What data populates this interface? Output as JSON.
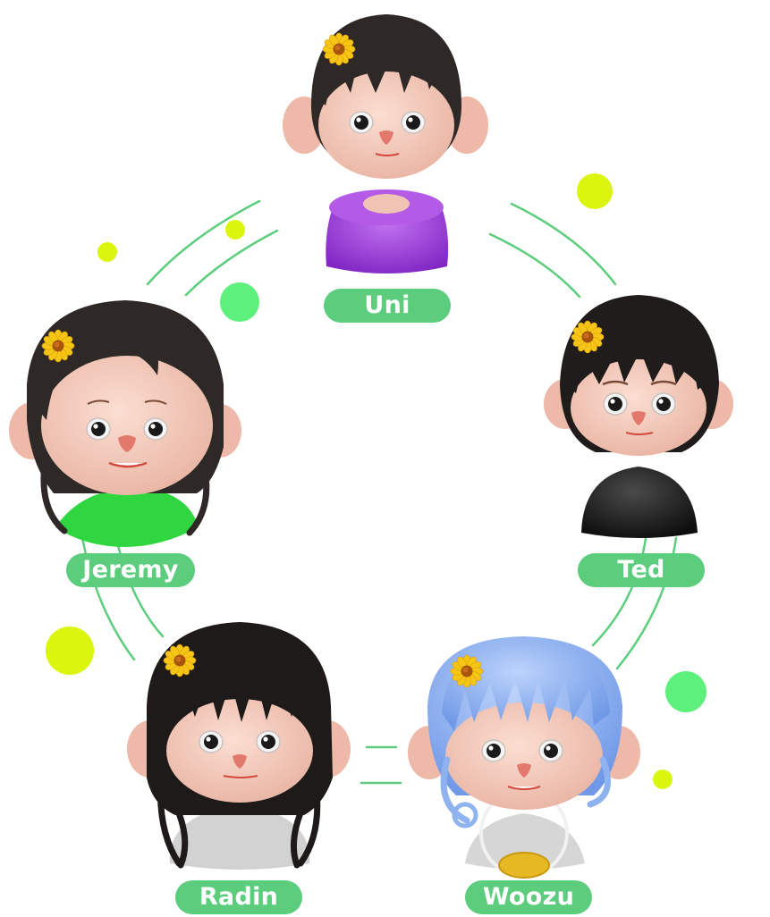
{
  "characters": [
    {
      "id": "uni",
      "name": "Uni",
      "icon": "avatar-icon"
    },
    {
      "id": "ted",
      "name": "Ted",
      "icon": "avatar-icon"
    },
    {
      "id": "woozu",
      "name": "Woozu",
      "icon": "avatar-icon"
    },
    {
      "id": "radin",
      "name": "Radin",
      "icon": "avatar-icon"
    },
    {
      "id": "jeremy",
      "name": "Jeremy",
      "icon": "avatar-icon"
    }
  ],
  "colors": {
    "label_bg": "#5ccd7d",
    "connector": "#5ccd7d",
    "dot_lime": "#dcf50e",
    "dot_green": "#5ef07c",
    "skin": "#f4c9bb",
    "hair_dark": "#2e2826",
    "hair_blue": "#8fb3ef",
    "uni_shirt": "#9c3fd6",
    "ted_shirt": "#1b1b1b",
    "jeremy_shirt": "#2fd63f",
    "radin_shirt": "#d2d2d2",
    "flower": "#f6c515"
  }
}
